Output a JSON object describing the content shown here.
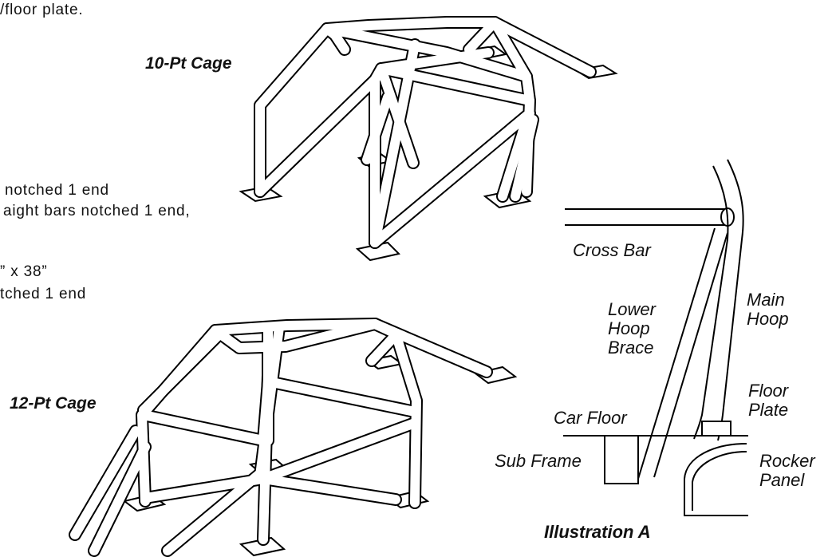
{
  "text_lines": [
    "/floor plate.",
    "notched 1 end",
    "aight bars notched 1 end,",
    "” x 38”",
    "tched 1 end"
  ],
  "cage_titles": {
    "ten_point": "10-Pt Cage",
    "twelve_point": "12-Pt Cage"
  },
  "illustration": {
    "title": "Illustration A",
    "labels": {
      "cross_bar": "Cross Bar",
      "main_hoop": [
        "Main",
        "Hoop"
      ],
      "lower_hoop_brace": [
        "Lower",
        "Hoop",
        "Brace"
      ],
      "floor_plate": [
        "Floor",
        "Plate"
      ],
      "car_floor": "Car Floor",
      "sub_frame": "Sub Frame",
      "rocker_panel": [
        "Rocker",
        "Panel"
      ]
    }
  },
  "colors": {
    "ink": "#000000",
    "background": "#ffffff"
  }
}
